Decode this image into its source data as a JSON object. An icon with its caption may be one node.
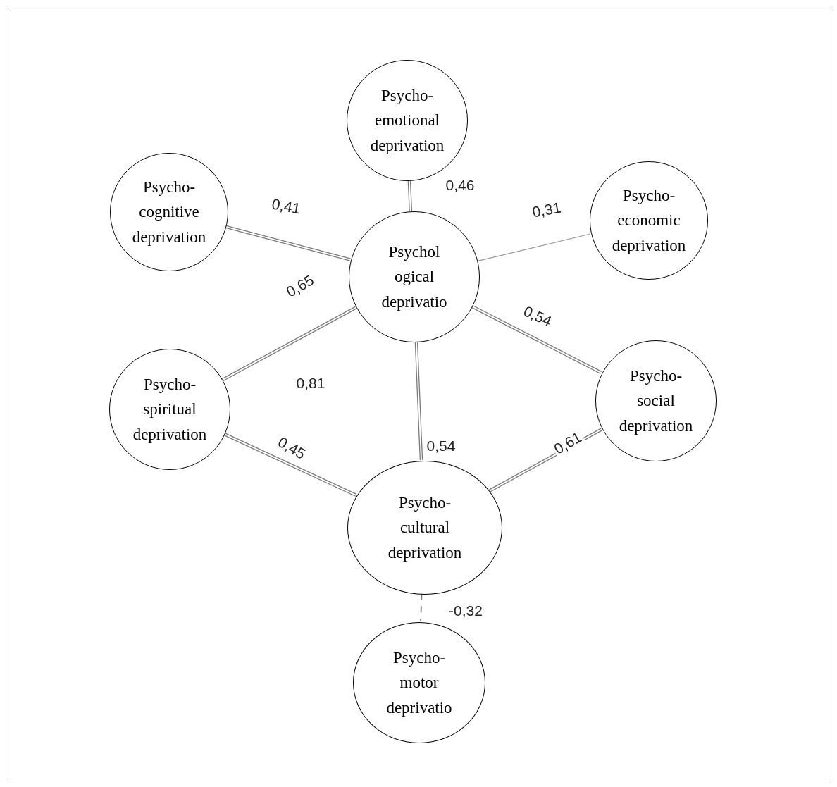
{
  "diagram": {
    "nodes": [
      {
        "text": [
          "Psycho- emotional deprivation"
        ]
      },
      {
        "text": [
          "Psycho- cognitive deprivation"
        ]
      },
      {
        "text": [
          "Psycho- economic deprivation"
        ]
      },
      {
        "text": [
          "Psychol ogical deprivatio"
        ]
      },
      {
        "text": [
          "Psycho- spiritual deprivation"
        ]
      },
      {
        "text": [
          "Psycho- social deprivation"
        ]
      },
      {
        "text": [
          "Psycho- cultural deprivation"
        ]
      },
      {
        "text": [
          "Psycho- motor deprivatio"
        ]
      }
    ],
    "edges": [
      {
        "from": 0,
        "to": 3,
        "arrow": "none",
        "label": "0,46"
      },
      {
        "from": 1,
        "to": 3,
        "arrow": "none",
        "label": "0,41"
      },
      {
        "from": 3,
        "to": 2,
        "arrow": "none",
        "label": "0,31",
        "color": "#9a9a9a"
      },
      {
        "from": 3,
        "to": 4,
        "arrow": "none",
        "label": "0,65"
      },
      {
        "from": 3,
        "to": 5,
        "arrow": "none",
        "label": "0,54"
      },
      {
        "from": 3,
        "to": 6,
        "arrow": "none",
        "label": "0,54"
      },
      {
        "from": 4,
        "to": 6,
        "arrow": "none",
        "label": "0,45"
      },
      {
        "from": 5,
        "to": 6,
        "arrow": "none",
        "label": "0,61"
      },
      {
        "from": 6,
        "to": 7,
        "arrow": "none",
        "label": "-0,32",
        "style": "dashed"
      }
    ],
    "labels": [
      "0,81"
    ]
  }
}
